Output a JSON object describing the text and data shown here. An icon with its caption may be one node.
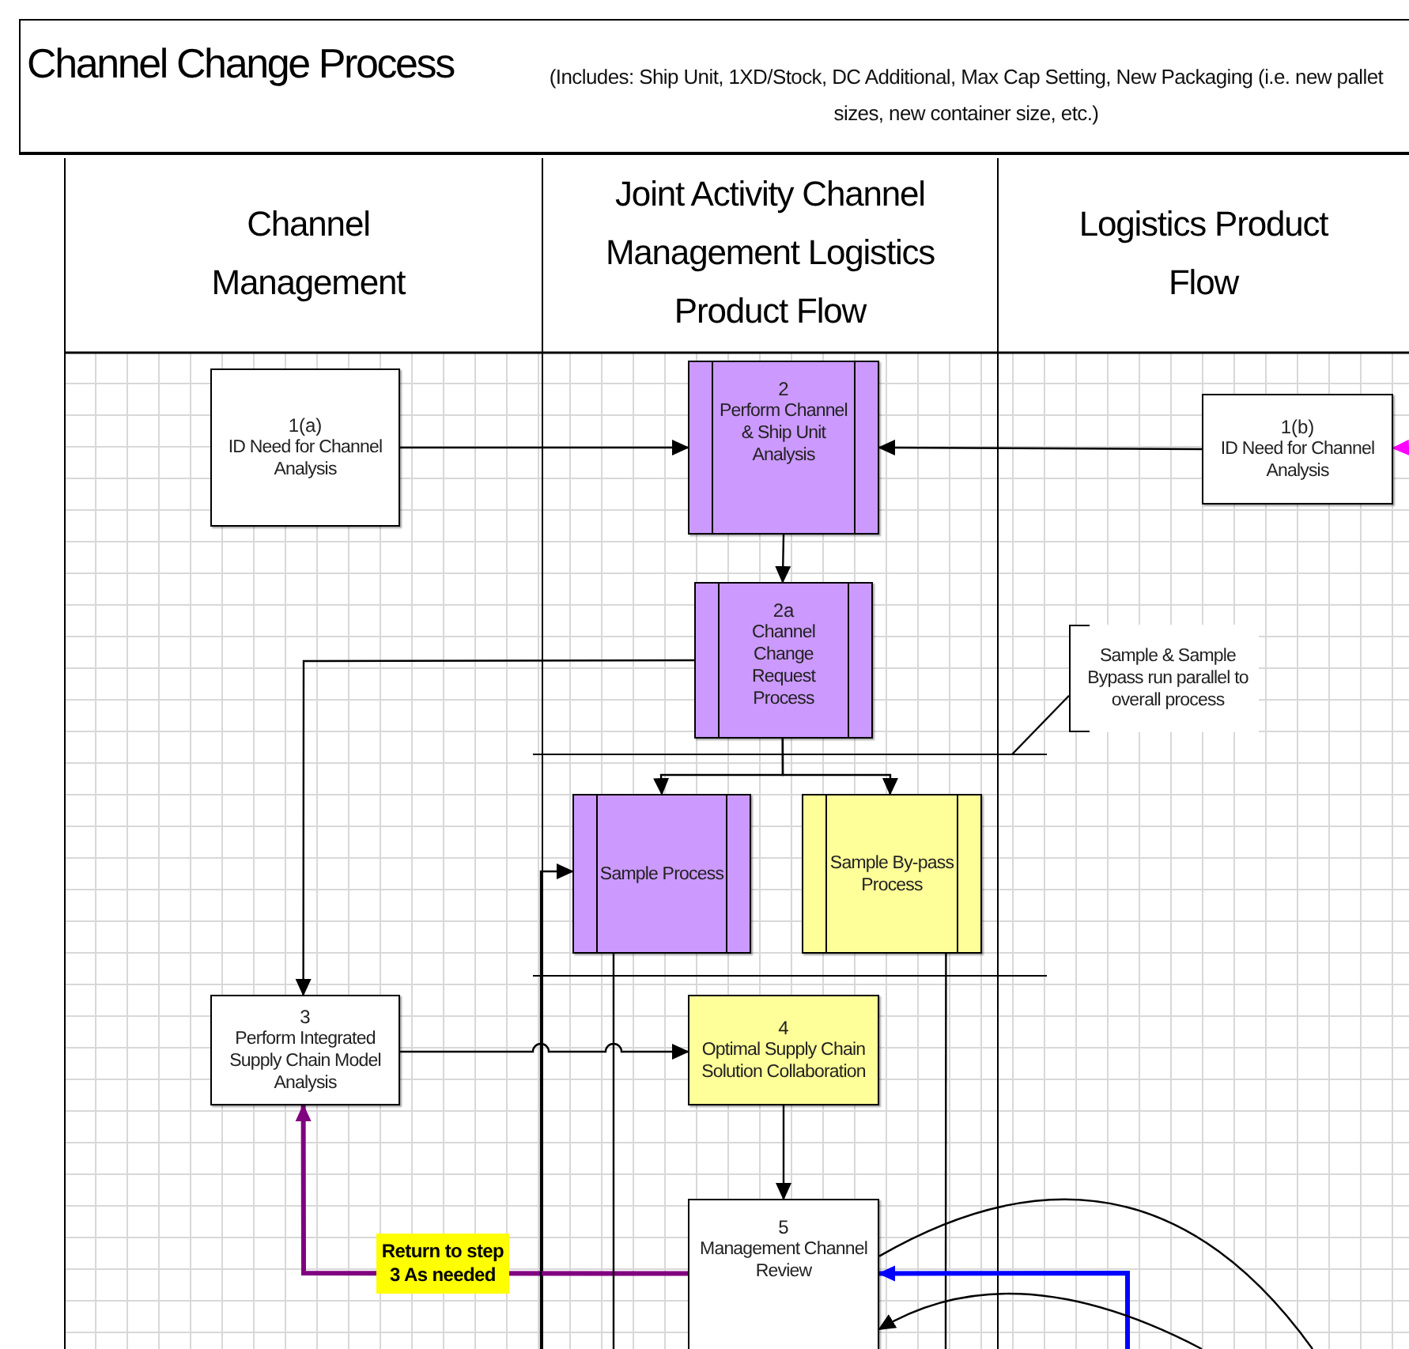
{
  "diagram": {
    "title": "Channel Change Process",
    "caption": "(Includes:   Ship Unit, 1XD/Stock, DC Additional, Max Cap Setting, New Packaging (i.e. new pallet sizes, new container size, etc.)",
    "nodes": [
      {
        "text": [
          "1(a)",
          "ID Need for Channel Analysis"
        ]
      },
      {
        "text": [
          "2",
          "Perform Channel & Ship Unit Analysis"
        ]
      },
      {
        "text": [
          "1(b)",
          "ID Need for Channel Analysis"
        ]
      },
      {
        "text": [
          "2a",
          "Channel Change Request Process"
        ]
      },
      {
        "text": [
          "Sample & Sample Bypass run parallel to overall process"
        ]
      },
      {
        "text": [
          "Sample Process"
        ]
      },
      {
        "text": [
          "Sample By-pass Process"
        ]
      },
      {
        "text": [
          "3",
          "Perform Integrated Supply Chain Model Analysis"
        ]
      },
      {
        "text": [
          "4",
          "Optimal Supply Chain Solution Collaboration"
        ]
      },
      {
        "text": [
          "5",
          "Management Channel Review"
        ]
      }
    ],
    "edges": [
      {
        "from": 0,
        "to": 1,
        "arrow": "to"
      },
      {
        "from": 2,
        "to": 1,
        "arrow": "to"
      },
      {
        "from": null,
        "to": 2,
        "arrow": "to",
        "color": "#ff00ff"
      },
      {
        "from": 1,
        "to": 3,
        "arrow": "to"
      },
      {
        "from": 3,
        "to": 5,
        "arrow": "to"
      },
      {
        "from": 3,
        "to": 6,
        "arrow": "to"
      },
      {
        "from": 3,
        "to": 7,
        "arrow": "to"
      },
      {
        "from": 7,
        "to": 8,
        "arrow": "to"
      },
      {
        "from": 8,
        "to": 9,
        "arrow": "to"
      },
      {
        "from": 9,
        "to": 7,
        "arrow": "to",
        "label": "Return to step 3 As needed",
        "style": "thick",
        "color": "#800080"
      },
      {
        "from": null,
        "to": 5,
        "arrow": "to"
      },
      {
        "from": 5,
        "to": null,
        "arrow": "none"
      },
      {
        "from": 6,
        "to": null,
        "arrow": "none"
      },
      {
        "from": null,
        "to": 9,
        "arrow": "to",
        "style": "thick",
        "color": "#0000ff"
      },
      {
        "from": 9,
        "to": null,
        "arrow": "none"
      },
      {
        "from": null,
        "to": 9,
        "arrow": "to"
      },
      {
        "from": 4,
        "to": null,
        "arrow": "none"
      }
    ],
    "labels": [
      "Channel Management",
      "Joint Activity Channel Management Logistics Product Flow",
      "Logistics Product Flow"
    ]
  }
}
